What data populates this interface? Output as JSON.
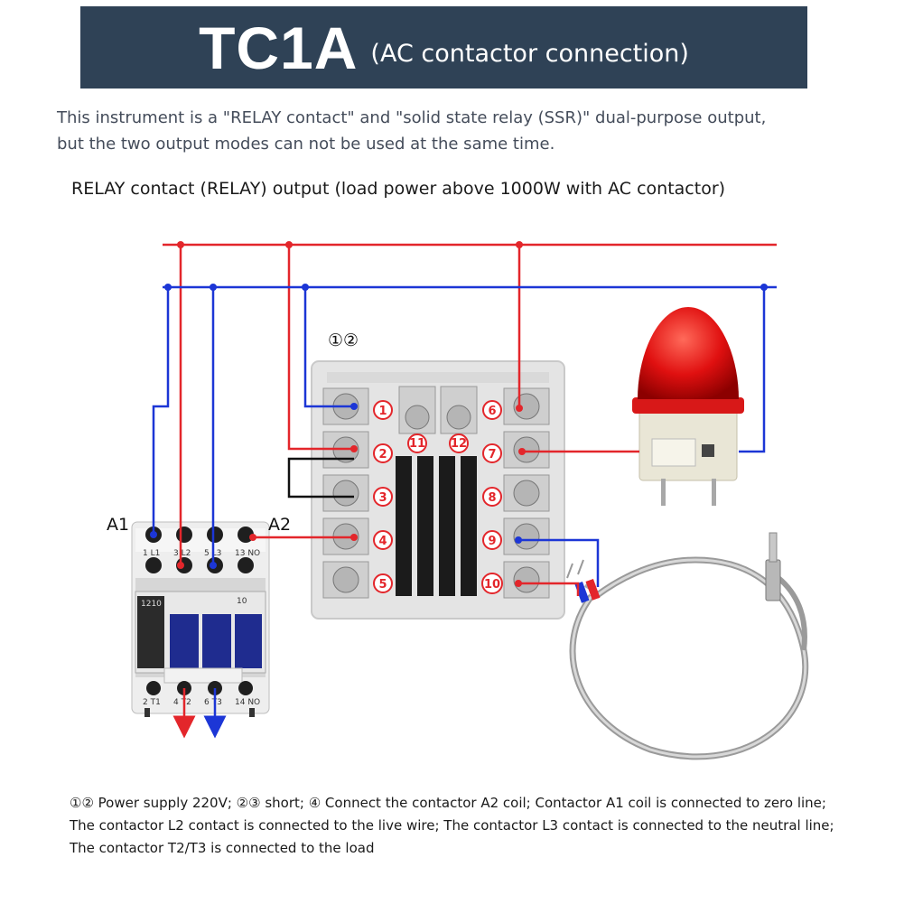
{
  "header": {
    "title": "TC1A",
    "subtitle": "(AC contactor connection)"
  },
  "intro": "This instrument is a \"RELAY contact\" and \"solid state relay (SSR)\" dual-purpose output, but the two output modes can not be used at the same time.",
  "subtitle": "RELAY contact (RELAY) output (load power above 1000W with AC contactor)",
  "diagram": {
    "top_label": "①②",
    "terminals_left": [
      "1",
      "2",
      "3",
      "4",
      "5"
    ],
    "terminals_right": [
      "6",
      "7",
      "8",
      "9",
      "10"
    ],
    "terminals_top": [
      "11",
      "12"
    ],
    "contactor": {
      "coil_left": "A1",
      "coil_right": "A2",
      "top_labels": [
        "1 L1",
        "3 L2",
        "5 L3",
        "13 NO"
      ],
      "bottom_labels": [
        "2 T1",
        "4 T2",
        "6 T3",
        "14 NO"
      ],
      "model": "1210",
      "aux": "10"
    }
  },
  "colors": {
    "live": "#e3262b",
    "neutral": "#1c36d6",
    "banner": "#2f4256"
  },
  "footnote": "①② Power supply 220V; ②③ short; ④ Connect the contactor A2 coil; Contactor A1 coil is connected to zero line; The contactor L2 contact is connected to the live wire; The contactor L3 contact is connected to the neutral line; The contactor T2/T3 is connected to the load"
}
